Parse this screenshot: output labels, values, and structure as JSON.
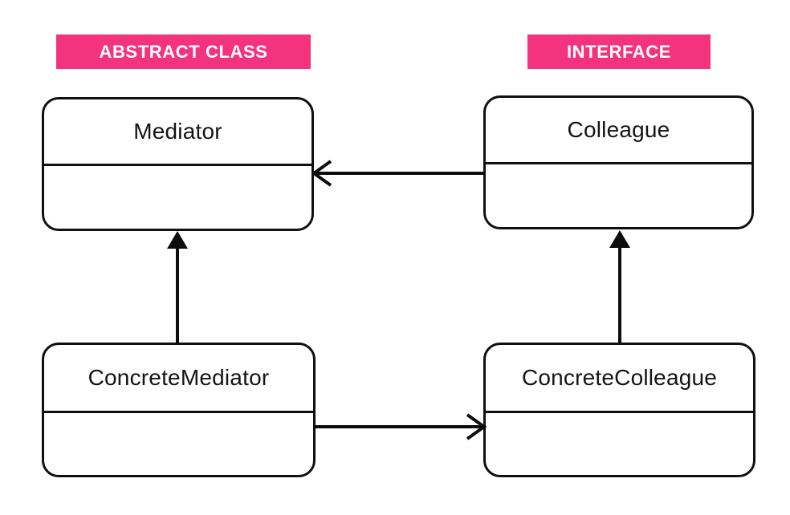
{
  "diagram": {
    "type": "uml-class-diagram",
    "pattern": "Mediator",
    "background_color": "#ffffff",
    "stroke_color": "#0d0d0d",
    "text_color": "#141414",
    "accent_color": "#f4337f"
  },
  "badges": [
    {
      "label": "ABSTRACT CLASS",
      "applies_to": "Mediator"
    },
    {
      "label": "INTERFACE",
      "applies_to": "Colleague"
    }
  ],
  "classes": [
    {
      "name": "Mediator",
      "stereotype": "abstract class"
    },
    {
      "name": "Colleague",
      "stereotype": "interface"
    },
    {
      "name": "ConcreteMediator",
      "stereotype": ""
    },
    {
      "name": "ConcreteColleague",
      "stereotype": ""
    }
  ],
  "relations": [
    {
      "from": "Colleague",
      "to": "Mediator",
      "kind": "association",
      "arrowhead": "open",
      "direction": "left"
    },
    {
      "from": "ConcreteMediator",
      "to": "Mediator",
      "kind": "generalization",
      "arrowhead": "solid-triangle",
      "direction": "up"
    },
    {
      "from": "ConcreteColleague",
      "to": "Colleague",
      "kind": "generalization",
      "arrowhead": "solid-triangle",
      "direction": "up"
    },
    {
      "from": "ConcreteMediator",
      "to": "ConcreteColleague",
      "kind": "association",
      "arrowhead": "open",
      "direction": "right"
    }
  ]
}
